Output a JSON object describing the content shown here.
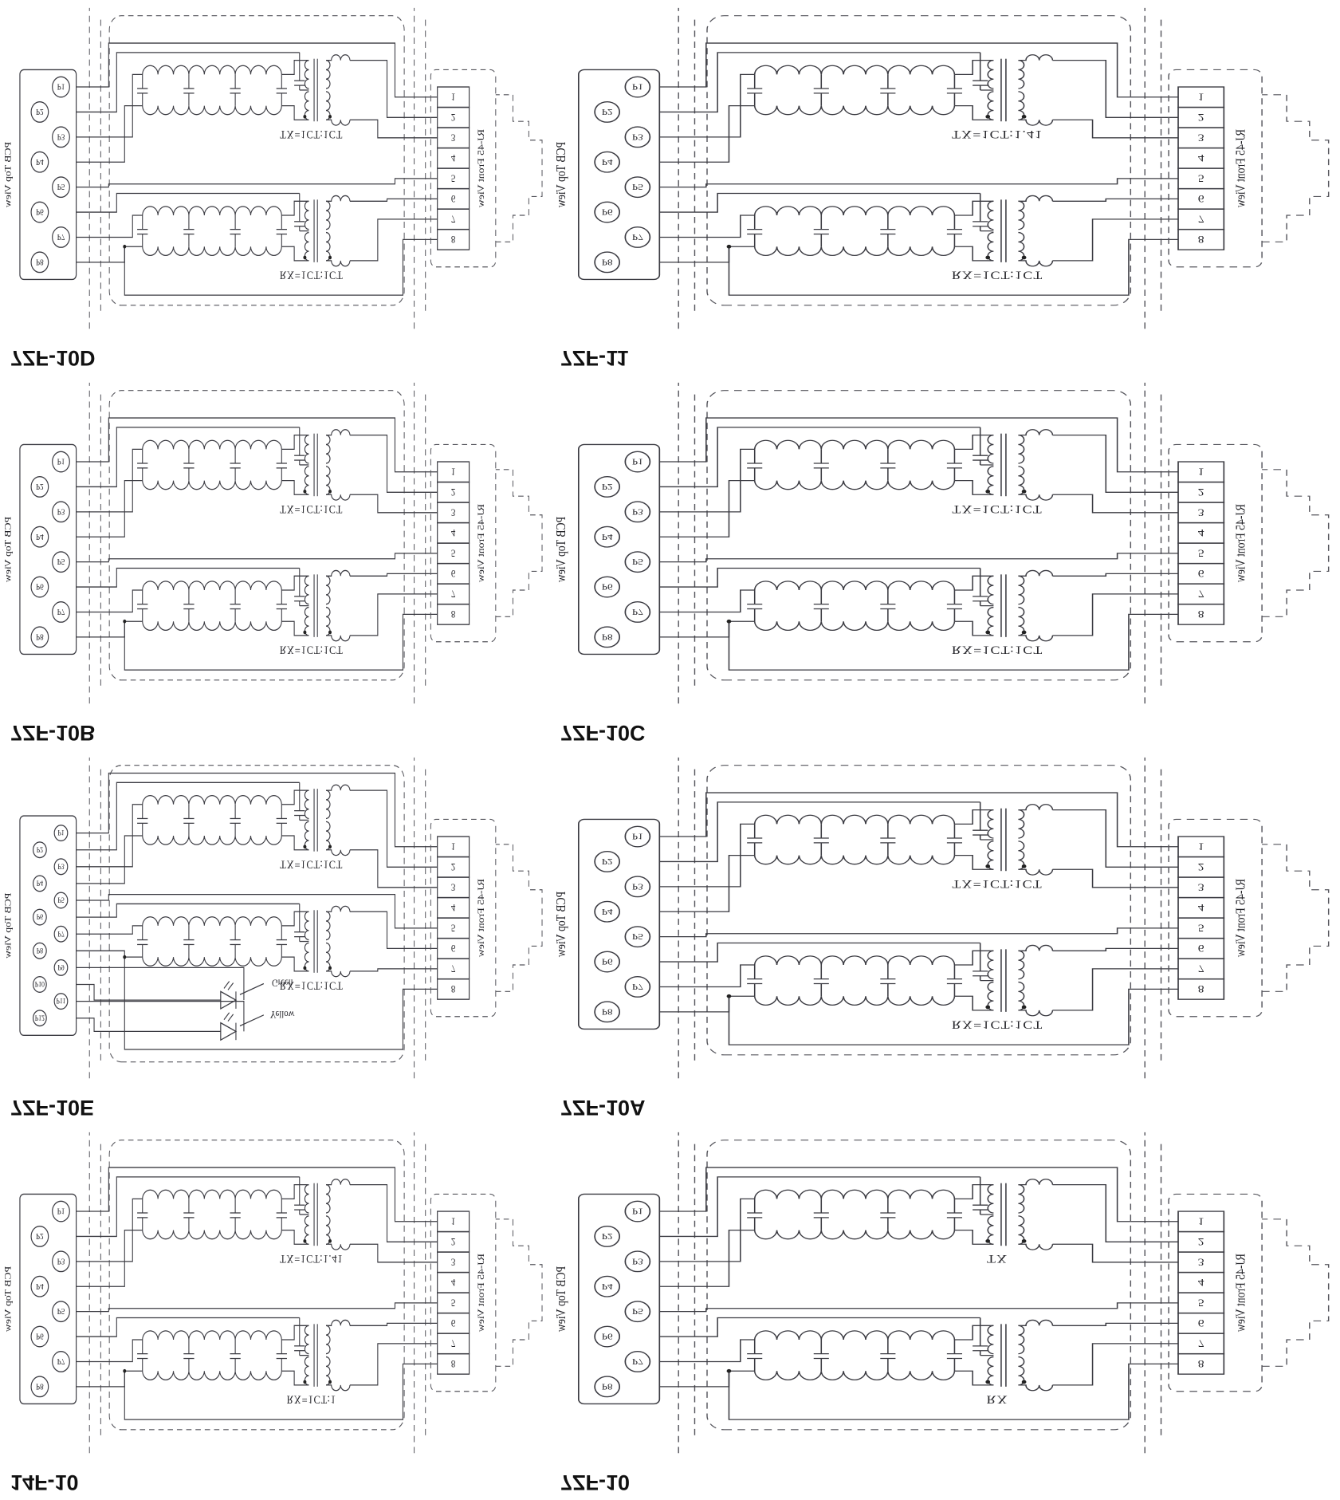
{
  "figure": {
    "background": "#ffffff",
    "line_color": "#3b3b42",
    "orientation_note": "page appears vertically flipped"
  },
  "diagrams": [
    {
      "title": "14F-10",
      "pcb_label": "PCB Top View",
      "rj45_label": "RJ-45 Front View",
      "tx_label": "TX=1CT:1.41",
      "rx_label": "RX=1CT:1",
      "pcb_pins": [
        "P1",
        "P2",
        "P3",
        "P4",
        "P5",
        "P6",
        "P7",
        "P8"
      ],
      "rj45_pins": [
        "1",
        "2",
        "3",
        "4",
        "5",
        "6",
        "7",
        "8"
      ],
      "leds": []
    },
    {
      "title": "7ZF-10",
      "pcb_label": "PCB Top View",
      "rj45_label": "RJ-45 Front View",
      "tx_label": "TX",
      "rx_label": "RX",
      "pcb_pins": [
        "P1",
        "P2",
        "P3",
        "P4",
        "P5",
        "P6",
        "P7",
        "P8"
      ],
      "rj45_pins": [
        "1",
        "2",
        "3",
        "4",
        "5",
        "6",
        "7",
        "8"
      ],
      "leds": []
    },
    {
      "title": "7ZF-10E",
      "pcb_label": "PCB Top View",
      "rj45_label": "RJ-45 Front View",
      "tx_label": "TX=1CT:1CT",
      "rx_label": "RX=1CT:1CT",
      "pcb_pins": [
        "P1",
        "P2",
        "P3",
        "P4",
        "P5",
        "P6",
        "P7",
        "P8",
        "P9",
        "P10",
        "P11",
        "P12"
      ],
      "rj45_pins": [
        "1",
        "2",
        "3",
        "4",
        "5",
        "6",
        "7",
        "8"
      ],
      "leds": [
        {
          "label": "Yellow",
          "color": "#b59b00"
        },
        {
          "label": "Green",
          "color": "#1a7a2a"
        }
      ]
    },
    {
      "title": "7ZF-10A",
      "pcb_label": "PCB Top View",
      "rj45_label": "RJ-45 Front View",
      "tx_label": "TX=1CT:1CT",
      "rx_label": "RX=1CT:1CT",
      "pcb_pins": [
        "P1",
        "P2",
        "P3",
        "P4",
        "P5",
        "P6",
        "P7",
        "P8"
      ],
      "rj45_pins": [
        "1",
        "2",
        "3",
        "4",
        "5",
        "6",
        "7",
        "8"
      ],
      "leds": []
    },
    {
      "title": "7ZF-10B",
      "pcb_label": "PCB Top View",
      "rj45_label": "RJ-45 Front View",
      "tx_label": "TX=1CT:1CT",
      "rx_label": "RX=1CT:1CT",
      "pcb_pins": [
        "P1",
        "P2",
        "P3",
        "P4",
        "P5",
        "P6",
        "P7",
        "P8"
      ],
      "rj45_pins": [
        "1",
        "2",
        "3",
        "4",
        "5",
        "6",
        "7",
        "8"
      ],
      "leds": []
    },
    {
      "title": "7ZF-10C",
      "pcb_label": "PCB Top View",
      "rj45_label": "RJ-45 Front View",
      "tx_label": "TX=1CT:1CT",
      "rx_label": "RX=1CT:1CT",
      "pcb_pins": [
        "P1",
        "P2",
        "P3",
        "P4",
        "P5",
        "P6",
        "P7",
        "P8"
      ],
      "rj45_pins": [
        "1",
        "2",
        "3",
        "4",
        "5",
        "6",
        "7",
        "8"
      ],
      "leds": []
    },
    {
      "title": "7ZF-10D",
      "pcb_label": "PCB Top View",
      "rj45_label": "RJ-45 Front View",
      "tx_label": "TX=1CT:1CT",
      "rx_label": "RX=1CT:1CT",
      "pcb_pins": [
        "P1",
        "P2",
        "P3",
        "P4",
        "P5",
        "P6",
        "P7",
        "P8"
      ],
      "rj45_pins": [
        "1",
        "2",
        "3",
        "4",
        "5",
        "6",
        "7",
        "8"
      ],
      "leds": []
    },
    {
      "title": "7ZF-11",
      "pcb_label": "PCB Top View",
      "rj45_label": "RJ-45 Front View",
      "tx_label": "TX=1CT:1.41",
      "rx_label": "RX=1CT:1CT",
      "pcb_pins": [
        "P1",
        "P2",
        "P3",
        "P4",
        "P5",
        "P6",
        "P7",
        "P8"
      ],
      "rj45_pins": [
        "1",
        "2",
        "3",
        "4",
        "5",
        "6",
        "7",
        "8"
      ],
      "leds": []
    }
  ]
}
